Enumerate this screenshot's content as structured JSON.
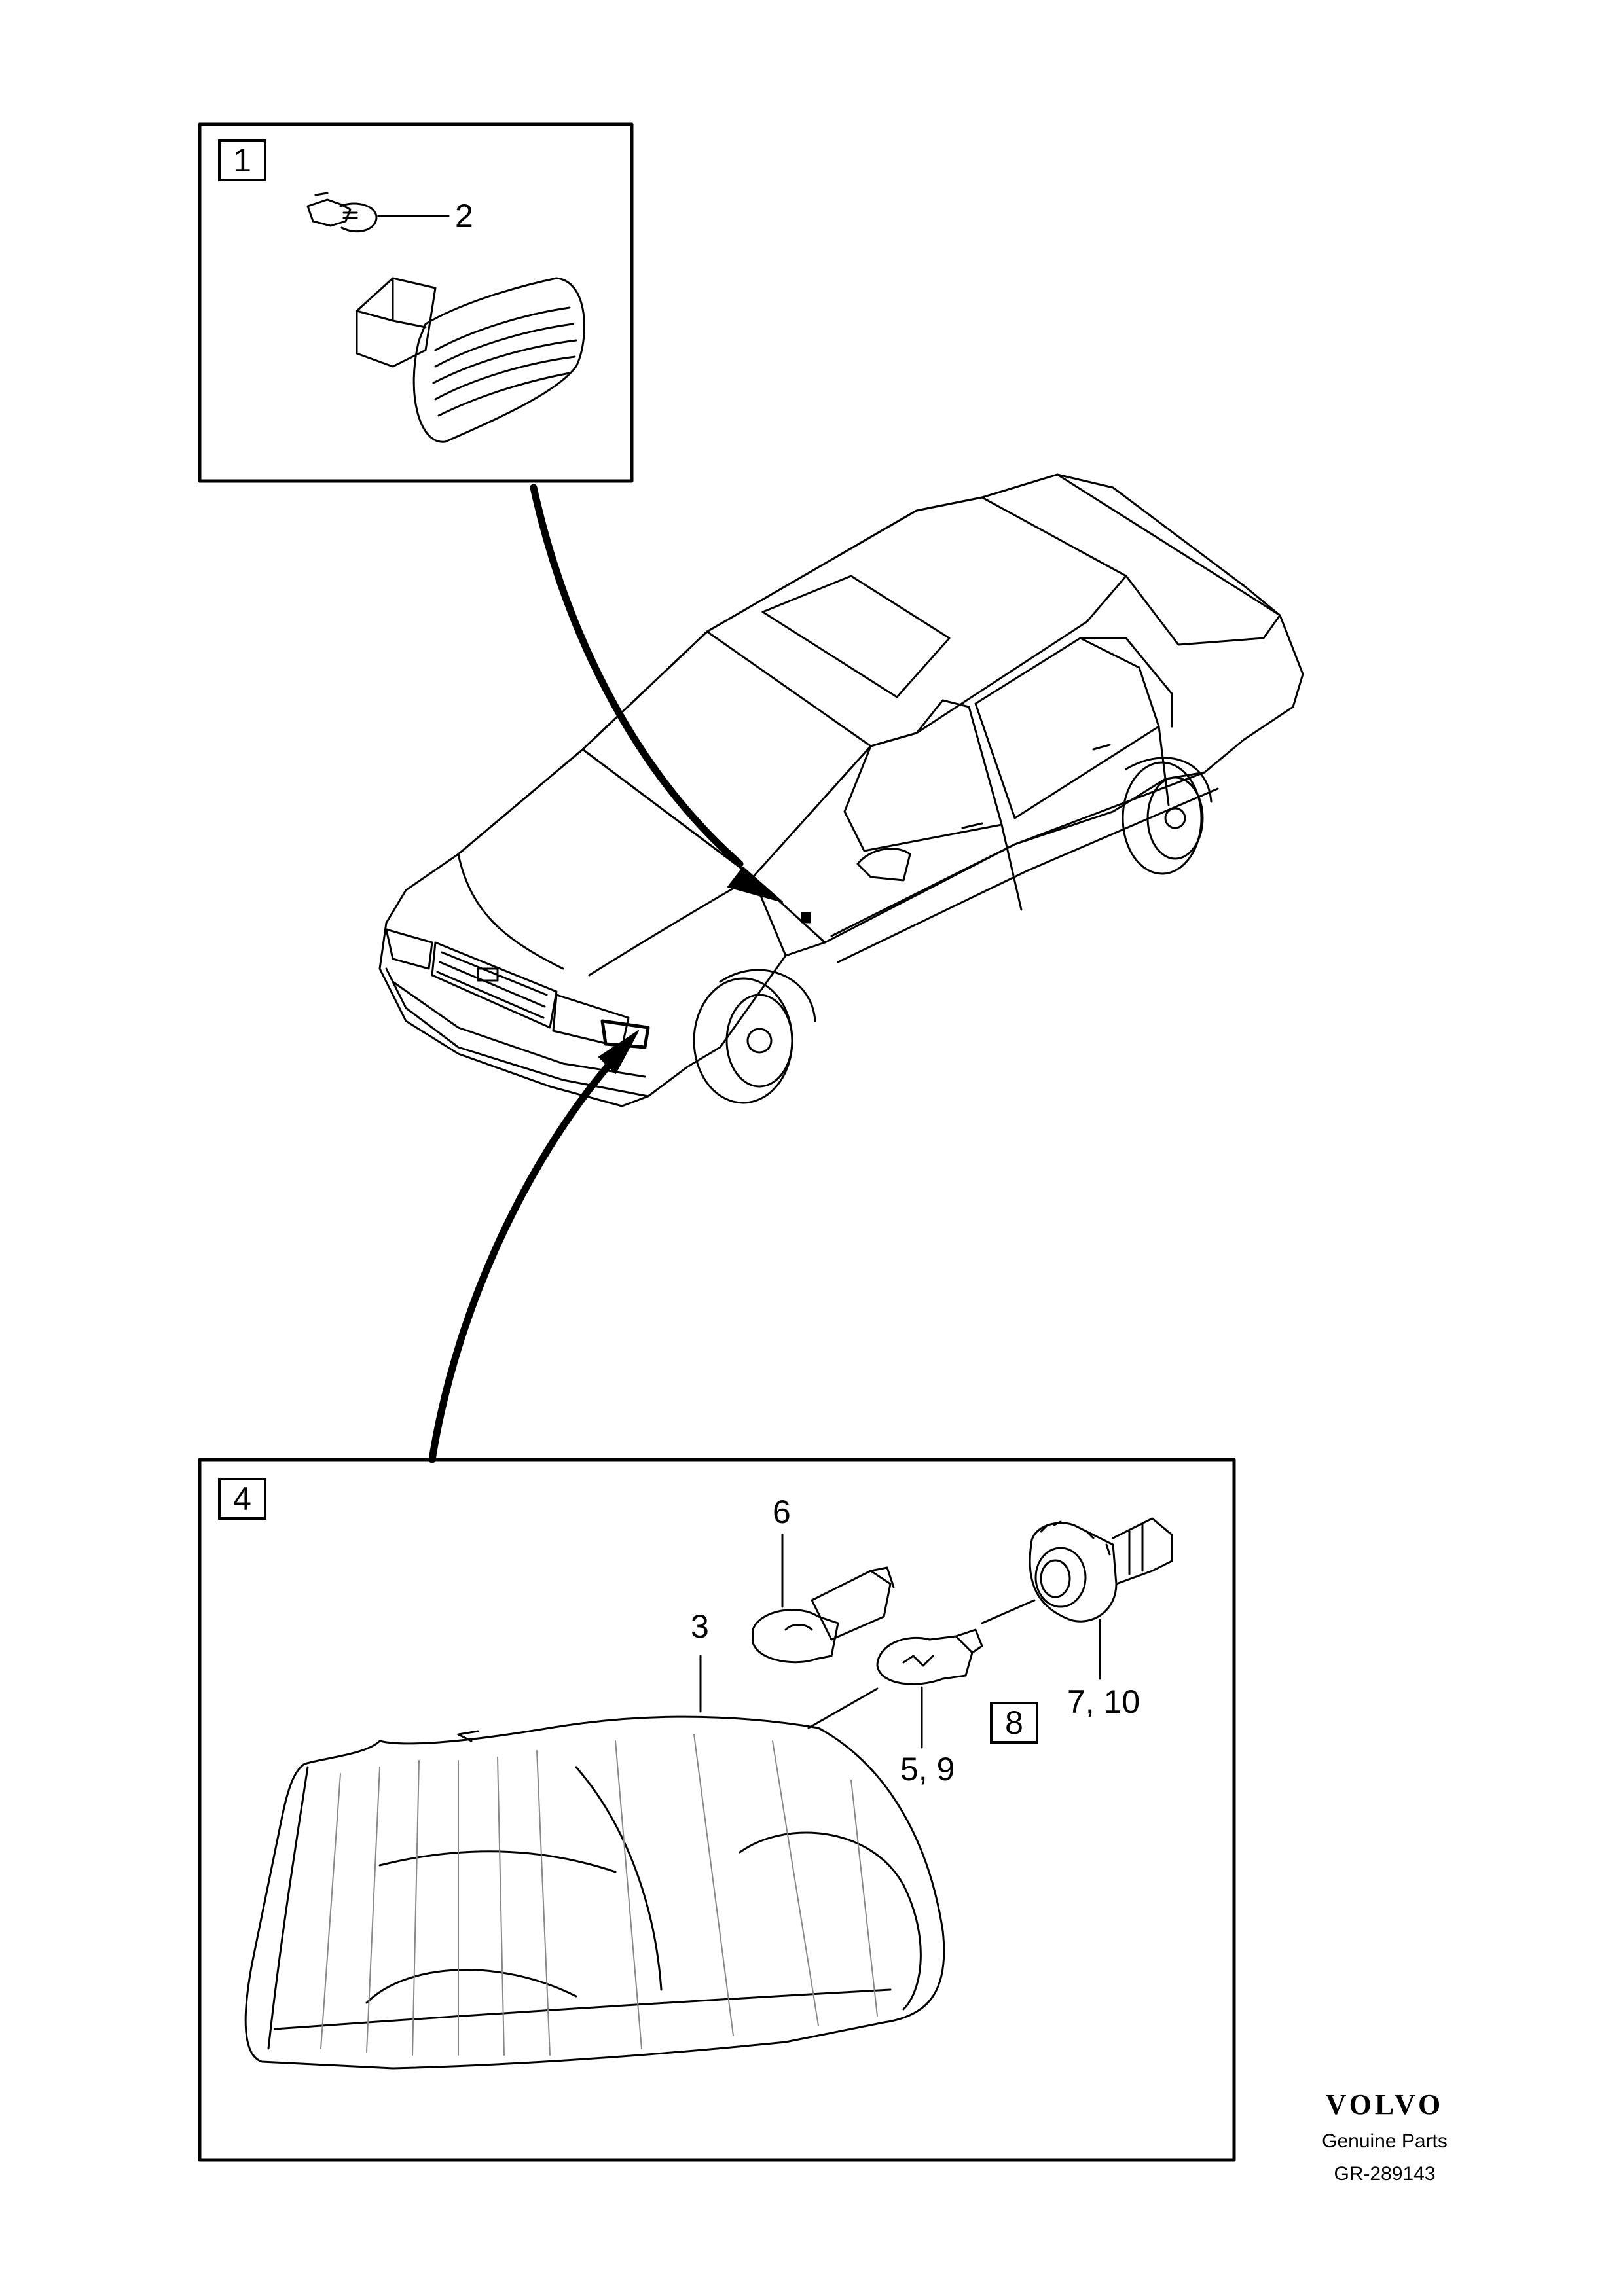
{
  "frames": {
    "top_frame_number": "1",
    "bottom_frame_number": "4",
    "inner_box_number": "8"
  },
  "callouts": {
    "part_2": "2",
    "part_3": "3",
    "part_5_9": "5, 9",
    "part_6": "6",
    "part_7_10": "7, 10"
  },
  "footer": {
    "brand": "VOLVO",
    "subtitle": "Genuine Parts",
    "reference": "GR-289143"
  }
}
